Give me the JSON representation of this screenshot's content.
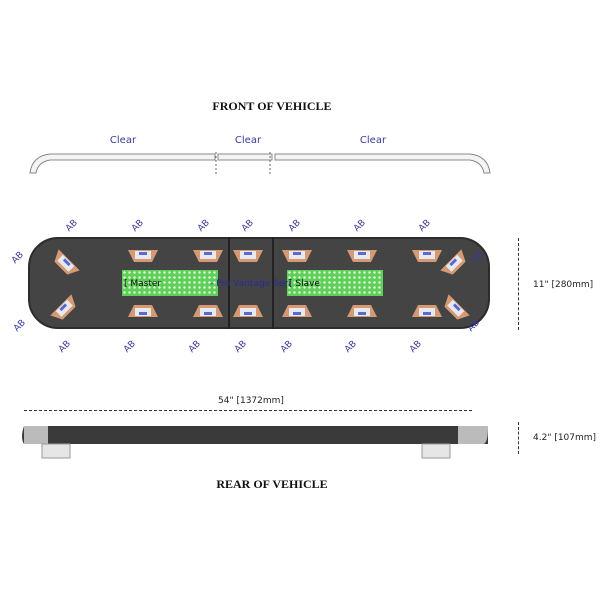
{
  "front_label": "FRONT OF VEHICLE",
  "rear_label": "REAR OF VEHICLE",
  "clear_labels": [
    "Clear",
    "Clear",
    "Clear"
  ],
  "ab_labels": [
    "AB",
    "AB",
    "AB",
    "AB",
    "AB",
    "AB",
    "AB",
    "AB",
    "AB",
    "AB",
    "AB",
    "AB",
    "AB",
    "AB",
    "AB",
    "AB",
    "AB",
    "AB"
  ],
  "boards": {
    "master": "[ Master",
    "series": "- Pro Vantage Seri",
    "slave": "[ Slave"
  },
  "dimensions": {
    "depth": "11\" [280mm]",
    "length": "54\" [1372mm]",
    "height": "4.2\" [107mm]"
  },
  "colors": {
    "led_amber": "#d59a74",
    "led_blue": "#5a6ad0",
    "pcb": "#5dcf5a",
    "housing": "#444444"
  }
}
